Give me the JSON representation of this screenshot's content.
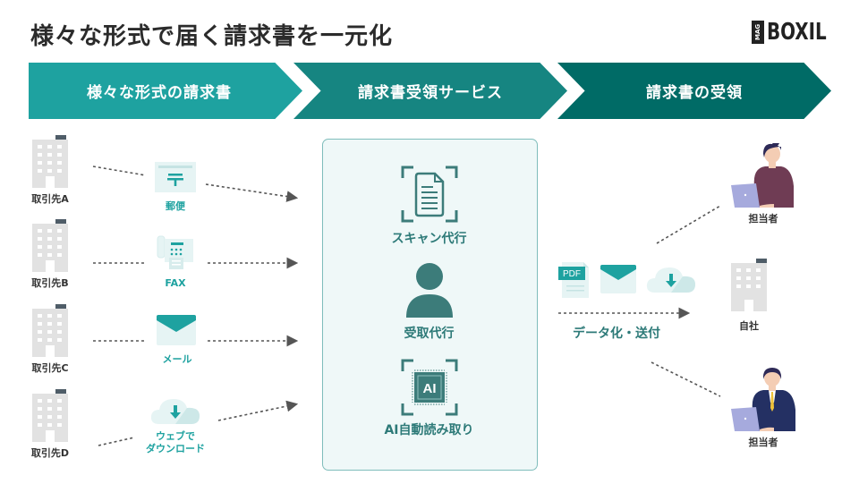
{
  "header": {
    "title": "様々な形式で届く請求書を一元化",
    "logo": {
      "badge": "MAG",
      "text": "BOXIL"
    }
  },
  "steps": [
    {
      "label": "様々な形式の請求書",
      "color": "#1ea2a0"
    },
    {
      "label": "請求書受領サービス",
      "color": "#168581"
    },
    {
      "label": "請求書の受領",
      "color": "#006b66"
    }
  ],
  "senders": [
    {
      "label": "取引先A",
      "icon": "building-icon"
    },
    {
      "label": "取引先B",
      "icon": "building-icon"
    },
    {
      "label": "取引先C",
      "icon": "building-icon"
    },
    {
      "label": "取引先D",
      "icon": "building-icon"
    }
  ],
  "channels": [
    {
      "label": "郵便",
      "icon": "postal-mail-icon"
    },
    {
      "label": "FAX",
      "icon": "fax-icon"
    },
    {
      "label": "メール",
      "icon": "email-icon"
    },
    {
      "label_line1": "ウェブで",
      "label_line2": "ダウンロード",
      "icon": "cloud-download-icon"
    }
  ],
  "services": [
    {
      "label": "スキャン代行",
      "icon": "scan-document-icon"
    },
    {
      "label": "受取代行",
      "icon": "person-icon"
    },
    {
      "label": "AI自動読み取り",
      "icon": "ai-chip-icon",
      "chip_text": "AI"
    }
  ],
  "output": {
    "label": "データ化・送付",
    "icons": [
      "pdf-icon",
      "email-icon",
      "cloud-download-icon"
    ],
    "pdf_text": "PDF"
  },
  "receivers": {
    "company": {
      "label": "自社",
      "icon": "building-icon"
    },
    "staff_top": {
      "label": "担当者",
      "icon": "woman-laptop-icon"
    },
    "staff_bottom": {
      "label": "担当者",
      "icon": "man-laptop-icon"
    }
  },
  "colors": {
    "teal_light": "#1ea2a0",
    "teal_mid": "#168581",
    "teal_dark": "#006b66",
    "service_icon": "#3c7c7a",
    "building": "#e2e2e2",
    "arrow": "#555555"
  }
}
